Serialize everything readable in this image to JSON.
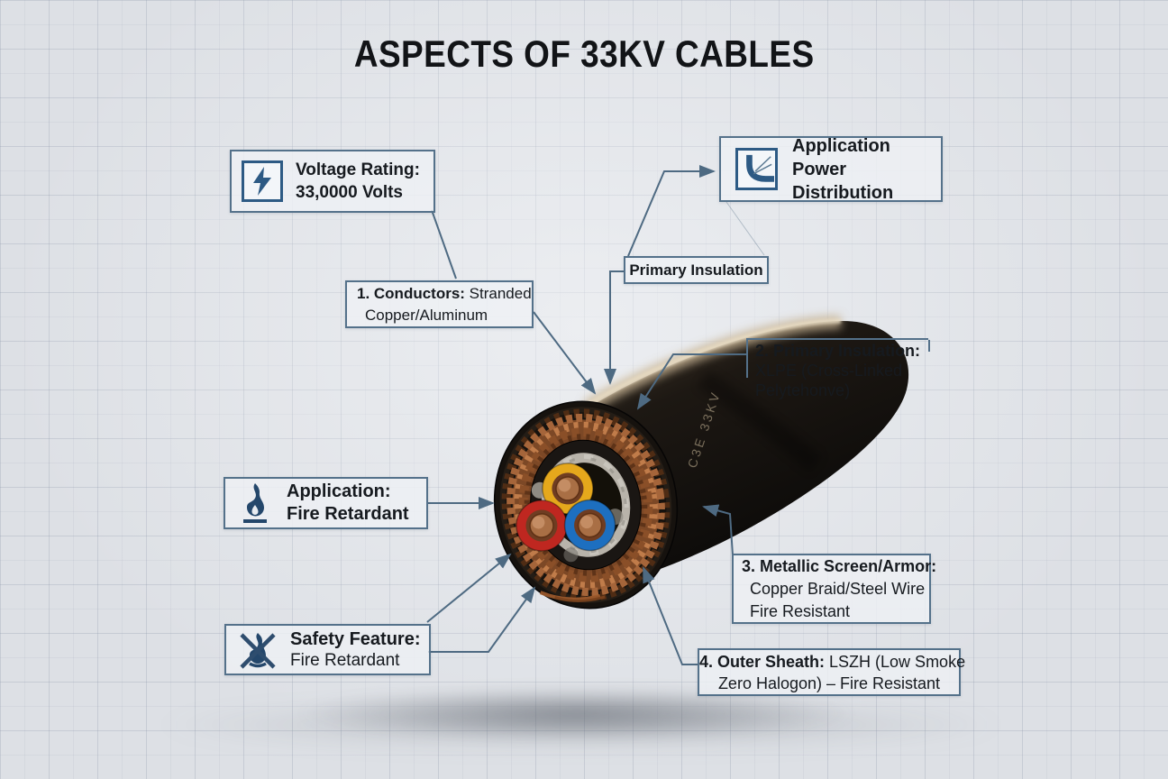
{
  "title": "ASPECTS OF 33KV CABLES",
  "callouts": {
    "voltage": {
      "icon": "lightning-bolt-icon",
      "title": "Voltage Rating:",
      "value": "33,0000 Volts"
    },
    "app_power": {
      "icon": "bend-radius-icon",
      "title": "Application",
      "value": "Power Distribution"
    },
    "tag_primary": {
      "label": "Primary Insulation"
    },
    "conductors": {
      "label": "1. Conductors:",
      "rest": " Stranded",
      "line2": "Copper/Aluminum"
    },
    "insulation": {
      "label": "2. Primary Insulation:",
      "line2": "XLPE (Cross-Linked Pelytehonve)"
    },
    "app_fire": {
      "icon": "flame-icon",
      "title": "Application:",
      "value": "Fire Retardant"
    },
    "screen": {
      "label": "3. Metallic Screen/Armor:",
      "line2": "Copper Braid/Steel Wire",
      "line3": "Fire Resistant"
    },
    "safety": {
      "icon": "no-fire-icon",
      "title": "Safety Feature:",
      "value": "Fire Retardant"
    },
    "sheath": {
      "label": "4. Outer Sheath:",
      "rest": " LSZH (Low Smoke",
      "line2": "Zero Halogon) – Fire Resistant"
    }
  },
  "cable": {
    "sheath_marking": "C3E 33KV",
    "conductor_colors": {
      "yellow": "#e5a81c",
      "red": "#bf2720",
      "blue": "#1d6fc0"
    },
    "copper_color": "#8a5535",
    "sheath_color": "#16120e"
  },
  "style": {
    "accent_line_color": "#4e6a82",
    "box_border_color": "#54718a",
    "icon_color": "#2d5a84",
    "background_color": "#dde0e5",
    "text_color": "#161a1f"
  }
}
